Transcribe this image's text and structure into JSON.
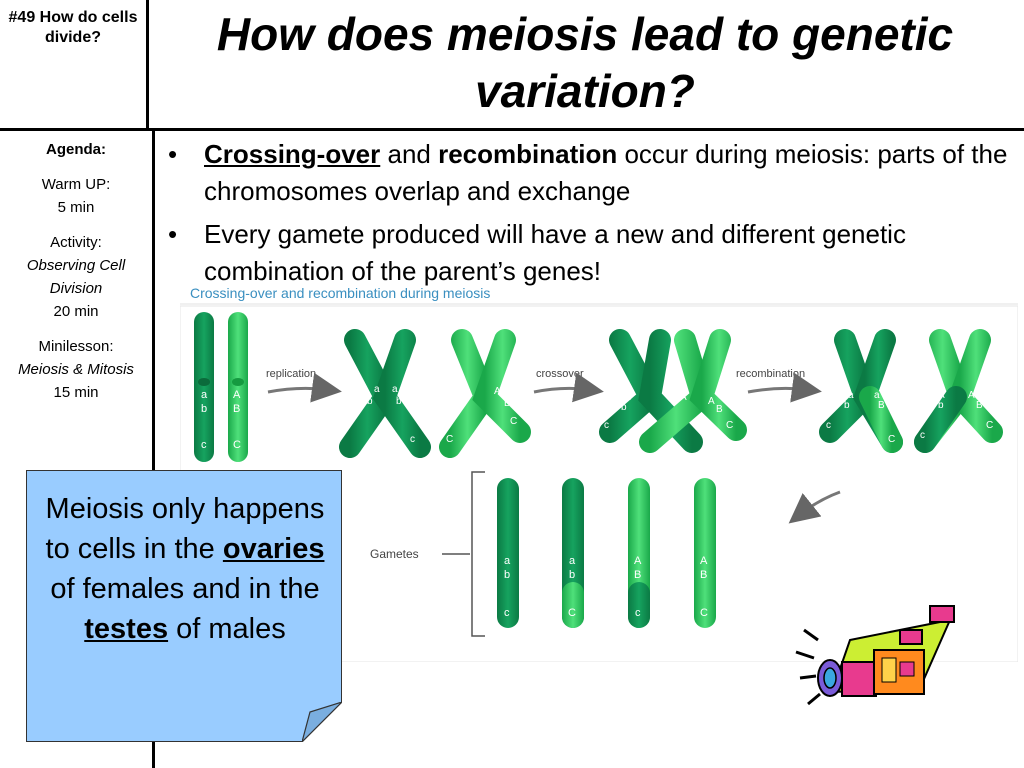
{
  "header": {
    "number_label": "#49 How do cells divide?",
    "title": "How does meiosis lead to genetic variation?"
  },
  "agenda": {
    "heading": "Agenda:",
    "warmup_label": "Warm UP:",
    "warmup_time": "5 min",
    "activity_label": "Activity:",
    "activity_name": "Observing Cell Division",
    "activity_time": "20 min",
    "minilesson_label": "Minilesson:",
    "minilesson_name": "Meiosis & Mitosis",
    "minilesson_time": "15 min"
  },
  "bullets": {
    "b1_term1": "Crossing-over",
    "b1_and": " and ",
    "b1_term2": "recombination",
    "b1_rest": " occur during meiosis: parts of the chromosomes overlap and exchange",
    "b2_text": "Every gamete produced will have a new and different genetic combination of the parent’s genes!"
  },
  "diagram": {
    "title": "Crossing-over and recombination during meiosis",
    "step1": "replication",
    "step2": "crossover",
    "step3": "recombination",
    "gametes_label": "Gametes",
    "colors": {
      "dark": "#0f8a4e",
      "light": "#22c45a",
      "title": "#3a8fc0"
    }
  },
  "note": {
    "line1": "Meiosis only happens to cells in the ",
    "kw1": "ovaries",
    "line2": " of females and in the ",
    "kw2": "testes",
    "line3": " of males",
    "bg_color": "#99ccff"
  },
  "clipart": {
    "icon": "video-camera-icon"
  }
}
